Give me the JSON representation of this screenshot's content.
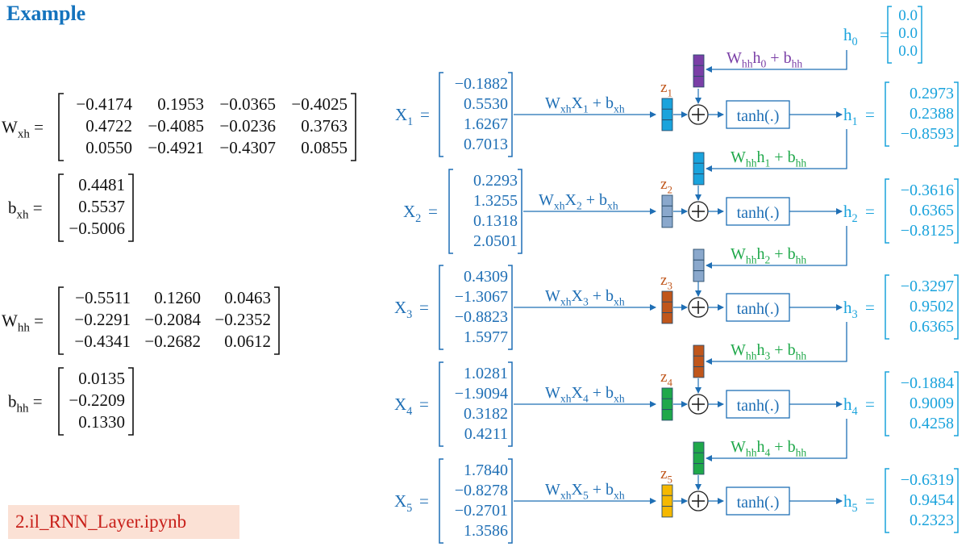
{
  "title": "Example",
  "notebook": "2.il_RNN_Layer.ipynb",
  "colors": {
    "blue": "#1f6fb5",
    "cyan": "#1aa3dc",
    "green": "#1fa84a",
    "purple": "#7a3fa6",
    "brown": "#c0561b",
    "notebook_bg": "#fbe1d5",
    "notebook_text": "#c8201a"
  },
  "params": {
    "W_xh": {
      "base": "W",
      "sub": "xh",
      "rows": [
        [
          "−0.4174",
          "0.1953",
          "−0.0365",
          "−0.4025"
        ],
        [
          "0.4722",
          "−0.4085",
          "−0.0236",
          "0.3763"
        ],
        [
          "0.0550",
          "−0.4921",
          "−0.4307",
          "0.0855"
        ]
      ]
    },
    "b_xh": {
      "base": "b",
      "sub": "xh",
      "rows": [
        [
          "0.4481"
        ],
        [
          "0.5537"
        ],
        [
          "−0.5006"
        ]
      ]
    },
    "W_hh": {
      "base": "W",
      "sub": "hh",
      "rows": [
        [
          "−0.5511",
          "0.1260",
          "0.0463"
        ],
        [
          "−0.2291",
          "−0.2084",
          "−0.2352"
        ],
        [
          "−0.4341",
          "−0.2682",
          "0.0612"
        ]
      ]
    },
    "b_hh": {
      "base": "b",
      "sub": "hh",
      "rows": [
        [
          "0.0135"
        ],
        [
          "−0.2209"
        ],
        [
          "0.1330"
        ]
      ]
    }
  },
  "h0": {
    "base": "h",
    "sub": "0",
    "values": [
      "0.0",
      "0.0",
      "0.0"
    ]
  },
  "recurrent_h0_label": {
    "w": "W",
    "wsub": "hh",
    "h": "h",
    "hsub": "0",
    "plus": "+",
    "b": "b",
    "bsub": "hh"
  },
  "steps": [
    {
      "x": {
        "base": "X",
        "sub": "1"
      },
      "x_values": [
        "−0.1882",
        "0.5530",
        "1.6267",
        "0.7013"
      ],
      "input_label": {
        "w": "W",
        "wsub": "xh",
        "x": "X",
        "xsub": "1",
        "plus": "+",
        "b": "b",
        "bsub": "xh"
      },
      "z": {
        "base": "z",
        "sub": "1"
      },
      "color": "#1aa3dc",
      "tanh": "tanh(.)",
      "h": {
        "base": "h",
        "sub": "1"
      },
      "h_values": [
        "0.2973",
        "0.2388",
        "−0.8593"
      ],
      "recurrent_label": {
        "w": "W",
        "wsub": "hh",
        "h": "h",
        "hsub": "1",
        "plus": "+",
        "b": "b",
        "bsub": "hh"
      }
    },
    {
      "x": {
        "base": "X",
        "sub": "2"
      },
      "x_values": [
        "0.2293",
        "1.3255",
        "0.1318",
        "2.0501"
      ],
      "input_label": {
        "w": "W",
        "wsub": "xh",
        "x": "X",
        "xsub": "2",
        "plus": "+",
        "b": "b",
        "bsub": "xh"
      },
      "z": {
        "base": "z",
        "sub": "2"
      },
      "color": "#8aa8cc",
      "tanh": "tanh(.)",
      "h": {
        "base": "h",
        "sub": "2"
      },
      "h_values": [
        "−0.3616",
        "0.6365",
        "−0.8125"
      ],
      "recurrent_label": {
        "w": "W",
        "wsub": "hh",
        "h": "h",
        "hsub": "2",
        "plus": "+",
        "b": "b",
        "bsub": "hh"
      }
    },
    {
      "x": {
        "base": "X",
        "sub": "3"
      },
      "x_values": [
        "0.4309",
        "−1.3067",
        "−0.8823",
        "1.5977"
      ],
      "input_label": {
        "w": "W",
        "wsub": "xh",
        "x": "X",
        "xsub": "3",
        "plus": "+",
        "b": "b",
        "bsub": "xh"
      },
      "z": {
        "base": "z",
        "sub": "3"
      },
      "color": "#c0561b",
      "tanh": "tanh(.)",
      "h": {
        "base": "h",
        "sub": "3"
      },
      "h_values": [
        "−0.3297",
        "0.9502",
        "0.6365"
      ],
      "recurrent_label": {
        "w": "W",
        "wsub": "hh",
        "h": "h",
        "hsub": "3",
        "plus": "+",
        "b": "b",
        "bsub": "hh"
      }
    },
    {
      "x": {
        "base": "X",
        "sub": "4"
      },
      "x_values": [
        "1.0281",
        "−1.9094",
        "0.3182",
        "0.4211"
      ],
      "input_label": {
        "w": "W",
        "wsub": "xh",
        "x": "X",
        "xsub": "4",
        "plus": "+",
        "b": "b",
        "bsub": "xh"
      },
      "z": {
        "base": "z",
        "sub": "4"
      },
      "color": "#1fa84a",
      "tanh": "tanh(.)",
      "h": {
        "base": "h",
        "sub": "4"
      },
      "h_values": [
        "−0.1884",
        "0.9009",
        "0.4258"
      ],
      "recurrent_label": {
        "w": "W",
        "wsub": "hh",
        "h": "h",
        "hsub": "4",
        "plus": "+",
        "b": "b",
        "bsub": "hh"
      }
    },
    {
      "x": {
        "base": "X",
        "sub": "5"
      },
      "x_values": [
        "1.7840",
        "−0.8278",
        "−0.2701",
        "1.3586"
      ],
      "input_label": {
        "w": "W",
        "wsub": "xh",
        "x": "X",
        "xsub": "5",
        "plus": "+",
        "b": "b",
        "bsub": "xh"
      },
      "z": {
        "base": "z",
        "sub": "5"
      },
      "color": "#f5b800",
      "tanh": "tanh(.)",
      "h": {
        "base": "h",
        "sub": "5"
      },
      "h_values": [
        "−0.6319",
        "0.9454",
        "0.2323"
      ]
    }
  ]
}
